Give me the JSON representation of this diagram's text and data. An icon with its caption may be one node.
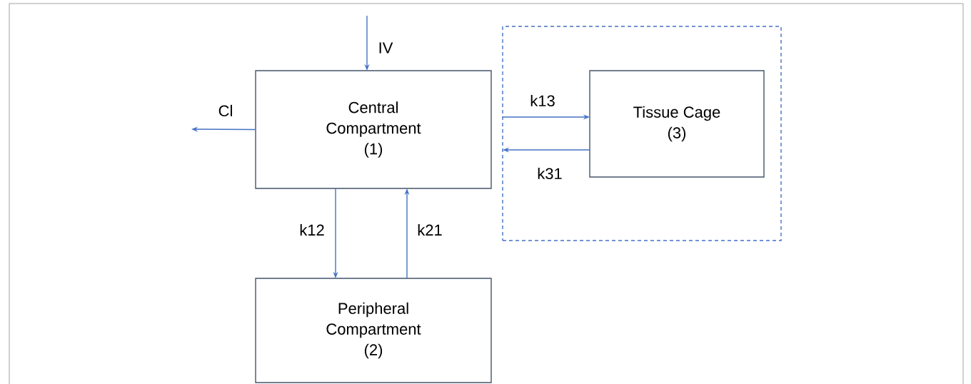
{
  "diagram": {
    "nodes": [
      {
        "text": [
          "Central Compartment (1)"
        ]
      },
      {
        "text": [
          "Peripheral Compartment (2)"
        ]
      },
      {
        "text": [],
        "shape": "box"
      },
      {
        "text": [
          "Tissue Cage (3)"
        ],
        "in": 2
      }
    ],
    "edges": [
      {
        "from": null,
        "to": 0,
        "arrow": "to",
        "label": "IV"
      },
      {
        "from": 0,
        "to": null,
        "arrow": "to",
        "label": "Cl"
      },
      {
        "from": 0,
        "to": 1,
        "arrow": "to",
        "label": "k12"
      },
      {
        "from": 1,
        "to": 0,
        "arrow": "to",
        "label": "k21"
      },
      {
        "from": 2,
        "to": 3,
        "arrow": "to",
        "label": "k13"
      },
      {
        "from": 3,
        "to": 2,
        "arrow": "to",
        "label": "k31"
      }
    ]
  }
}
